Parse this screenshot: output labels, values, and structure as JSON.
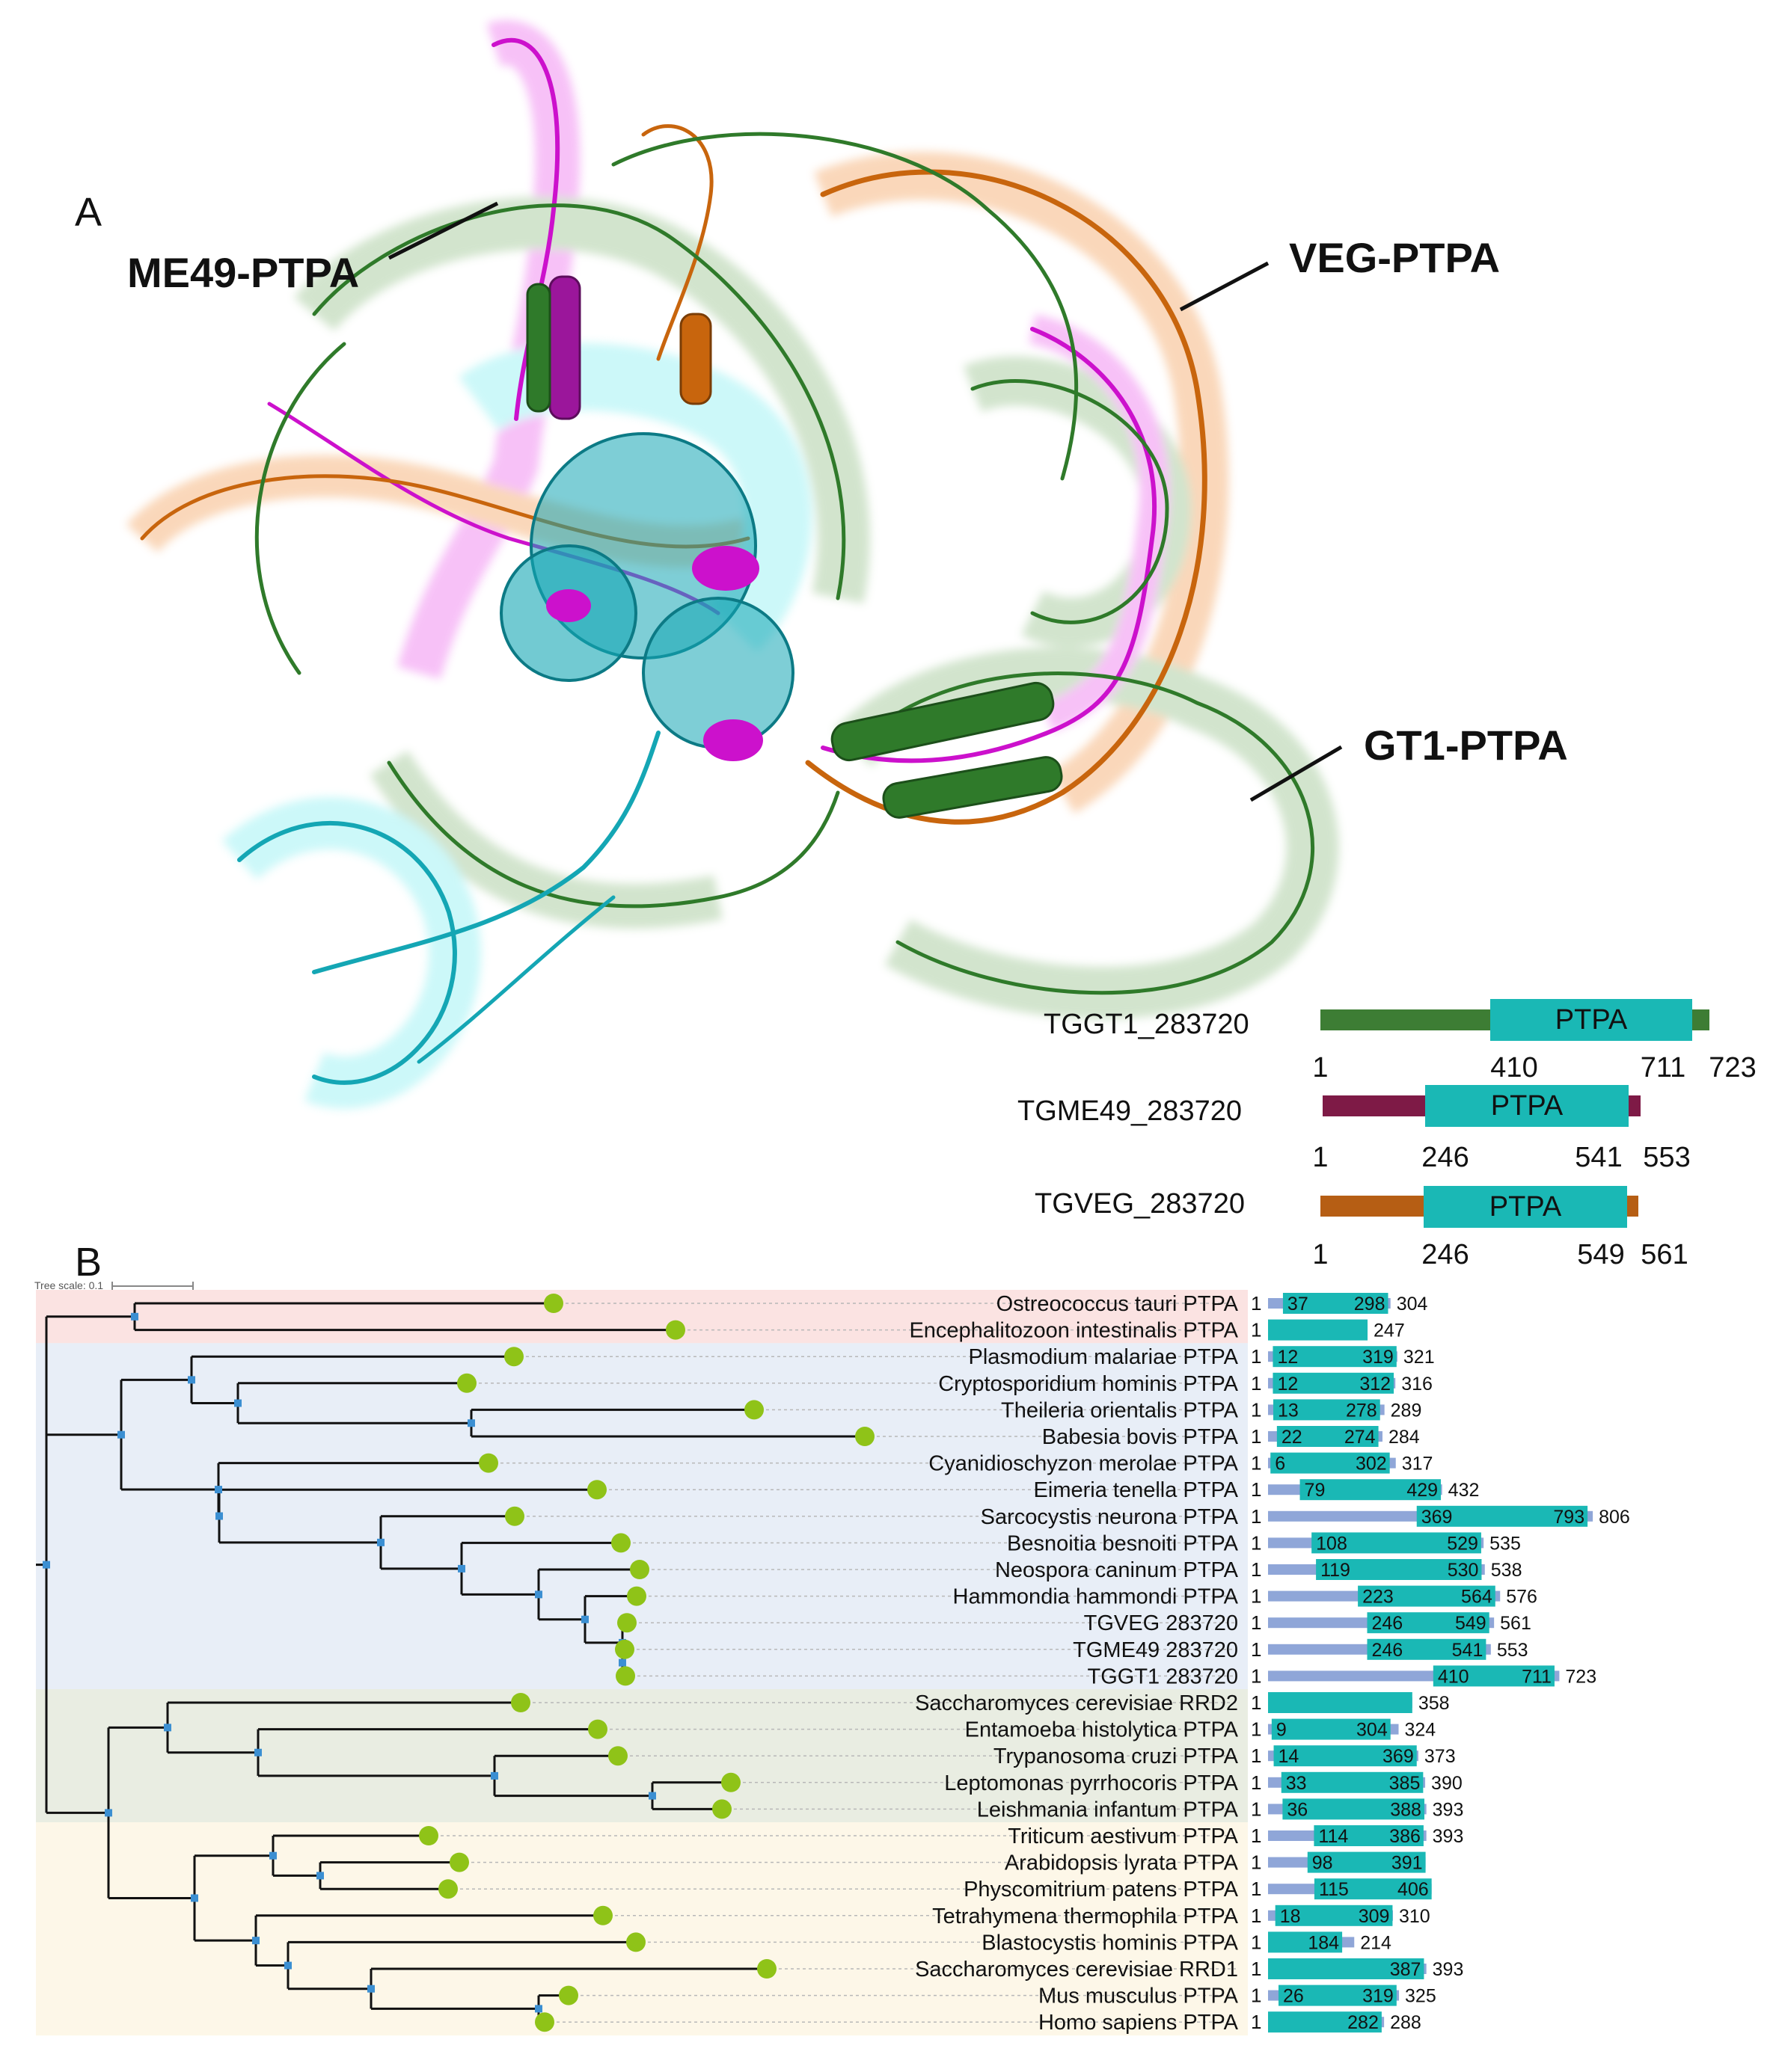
{
  "panel_a": {
    "label": "A",
    "structure_labels": {
      "me49": "ME49-PTPA",
      "veg": "VEG-PTPA",
      "gt1": "GT1-PTPA"
    },
    "domain_maps": [
      {
        "id": "TGGT1_283720",
        "color": "#3d7d34",
        "domain_label": "PTPA",
        "start": "1",
        "d1": "410",
        "d2": "711",
        "end": "723"
      },
      {
        "id": "TGME49_283720",
        "color": "#7e1a46",
        "domain_label": "PTPA",
        "start": "1",
        "d1": "246",
        "d2": "541",
        "end": "553"
      },
      {
        "id": "TGVEG_283720",
        "color": "#b65e14",
        "domain_label": "PTPA",
        "start": "1",
        "d1": "246",
        "d2": "549",
        "end": "561"
      }
    ]
  },
  "panel_b": {
    "label": "B",
    "tree_scale": "Tree scale: 0.1",
    "colors": {
      "group1": "#fbe3e2",
      "group2": "#e8eef7",
      "group3": "#e9ede2",
      "group4": "#fdf7e8",
      "bar": "#8fa6d8",
      "domain": "#1ab8b5",
      "leaf": "#8fc318",
      "node": "#3b8fd2"
    },
    "rows": [
      {
        "name": "Ostreococcus tauri PTPA",
        "s": "37",
        "e": "298",
        "len": "304"
      },
      {
        "name": "Encephalitozoon intestinalis PTPA",
        "s": "",
        "e": "",
        "len": "247"
      },
      {
        "name": "Plasmodium malariae PTPA",
        "s": "12",
        "e": "319",
        "len": "321"
      },
      {
        "name": "Cryptosporidium hominis PTPA",
        "s": "12",
        "e": "312",
        "len": "316"
      },
      {
        "name": "Theileria orientalis PTPA",
        "s": "13",
        "e": "278",
        "len": "289"
      },
      {
        "name": "Babesia bovis PTPA",
        "s": "22",
        "e": "274",
        "len": "284"
      },
      {
        "name": "Cyanidioschyzon merolae PTPA",
        "s": "6",
        "e": "302",
        "len": "317"
      },
      {
        "name": "Eimeria tenella PTPA",
        "s": "79",
        "e": "429",
        "len": "432"
      },
      {
        "name": "Sarcocystis neurona PTPA",
        "s": "369",
        "e": "793",
        "len": "806"
      },
      {
        "name": "Besnoitia besnoiti PTPA",
        "s": "108",
        "e": "529",
        "len": "535"
      },
      {
        "name": "Neospora caninum PTPA",
        "s": "119",
        "e": "530",
        "len": "538"
      },
      {
        "name": "Hammondia hammondi PTPA",
        "s": "223",
        "e": "564",
        "len": "576"
      },
      {
        "name": "TGVEG 283720",
        "s": "246",
        "e": "549",
        "len": "561"
      },
      {
        "name": "TGME49 283720",
        "s": "246",
        "e": "541",
        "len": "553"
      },
      {
        "name": "TGGT1 283720",
        "s": "410",
        "e": "711",
        "len": "723"
      },
      {
        "name": "Saccharomyces cerevisiae RRD2",
        "s": "",
        "e": "",
        "len": "358"
      },
      {
        "name": "Entamoeba histolytica PTPA",
        "s": "9",
        "e": "304",
        "len": "324"
      },
      {
        "name": "Trypanosoma cruzi PTPA",
        "s": "14",
        "e": "369",
        "len": "373"
      },
      {
        "name": "Leptomonas pyrrhocoris PTPA",
        "s": "33",
        "e": "385",
        "len": "390"
      },
      {
        "name": "Leishmania infantum PTPA",
        "s": "36",
        "e": "388",
        "len": "393"
      },
      {
        "name": "Triticum aestivum PTPA",
        "s": "114",
        "e": "386",
        "len": "393"
      },
      {
        "name": "Arabidopsis lyrata PTPA",
        "s": "98",
        "e": "391",
        "len": ""
      },
      {
        "name": "Physcomitrium patens PTPA",
        "s": "115",
        "e": "406",
        "len": ""
      },
      {
        "name": "Tetrahymena thermophila PTPA",
        "s": "18",
        "e": "309",
        "len": "310"
      },
      {
        "name": "Blastocystis hominis PTPA",
        "s": "",
        "e": "184",
        "len": "214"
      },
      {
        "name": "Saccharomyces cerevisiae RRD1",
        "s": "",
        "e": "387",
        "len": "393"
      },
      {
        "name": "Mus musculus PTPA",
        "s": "26",
        "e": "319",
        "len": "325"
      },
      {
        "name": "Homo sapiens PTPA",
        "s": "",
        "e": "282",
        "len": "288"
      }
    ],
    "row_one_label": "1"
  }
}
